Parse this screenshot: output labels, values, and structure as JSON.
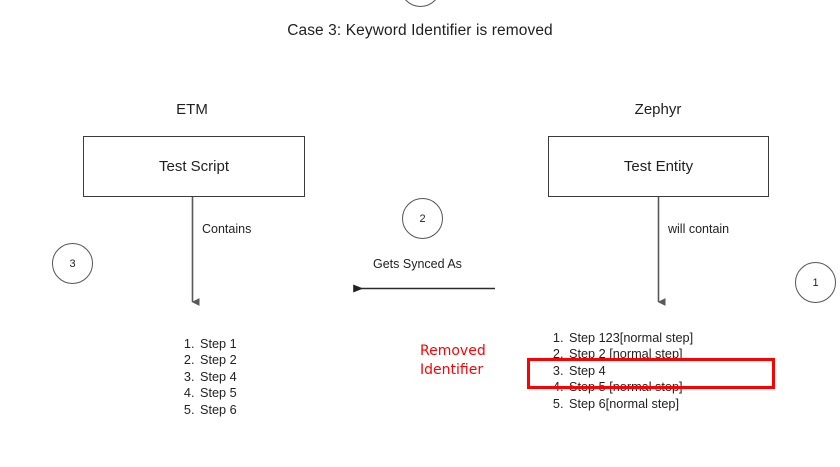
{
  "diagram": {
    "title": "Case 3: Keyword Identifier is removed",
    "left_column": {
      "heading": "ETM",
      "entity_label": "Test Script",
      "edge_label": "Contains",
      "steps": [
        "Step 1",
        "Step 2",
        "Step 4",
        "Step 5",
        "Step 6"
      ]
    },
    "right_column": {
      "heading": "Zephyr",
      "entity_label": "Test Entity",
      "edge_label": "will contain",
      "steps": [
        "Step 123[normal step]",
        "Step 2 [normal step]",
        "Step 4",
        "Step 5 [normal step]",
        "Step 6[normal step]"
      ]
    },
    "sync_edge_label": "Gets Synced As",
    "annotation": {
      "line1": "Removed",
      "line2": "Identifier",
      "color": "#ff0000",
      "highlighted_step_index": 2
    },
    "markers": {
      "top_partial": "",
      "middle": "2",
      "left": "3",
      "right": "1"
    },
    "colors": {
      "stroke": "#3b3b3b",
      "arrow": "#595959",
      "marker_stroke": "#555555",
      "text": "#1f1f1f",
      "accent_red": "#ff0000"
    }
  }
}
